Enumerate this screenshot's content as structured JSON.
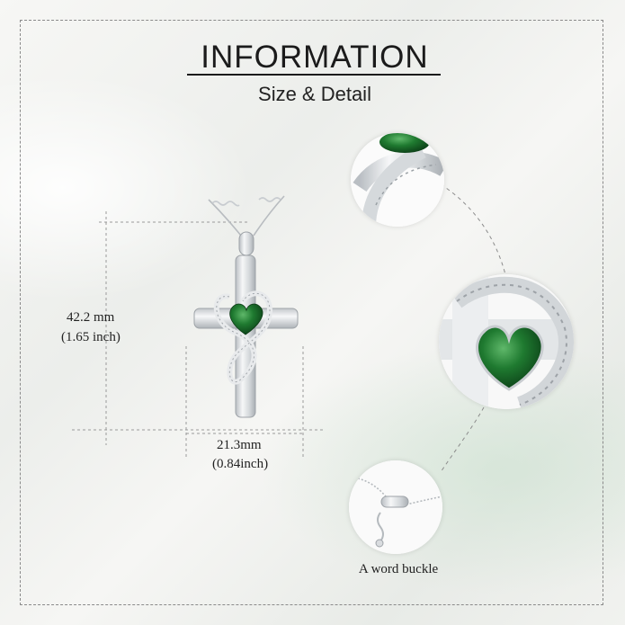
{
  "header": {
    "title": "INFORMATION",
    "subtitle": "Size & Detail"
  },
  "dimensions": {
    "height_mm": "42.2 mm",
    "height_inch": "(1.65 inch)",
    "width_mm": "21.3mm",
    "width_inch": "(0.84inch)"
  },
  "details": {
    "buckle_caption": "A word buckle"
  },
  "colors": {
    "gem_green": "#1f6b2c",
    "silver": "#d9dcdf",
    "frame": "#8a8a8a",
    "text": "#1b1b1b"
  }
}
